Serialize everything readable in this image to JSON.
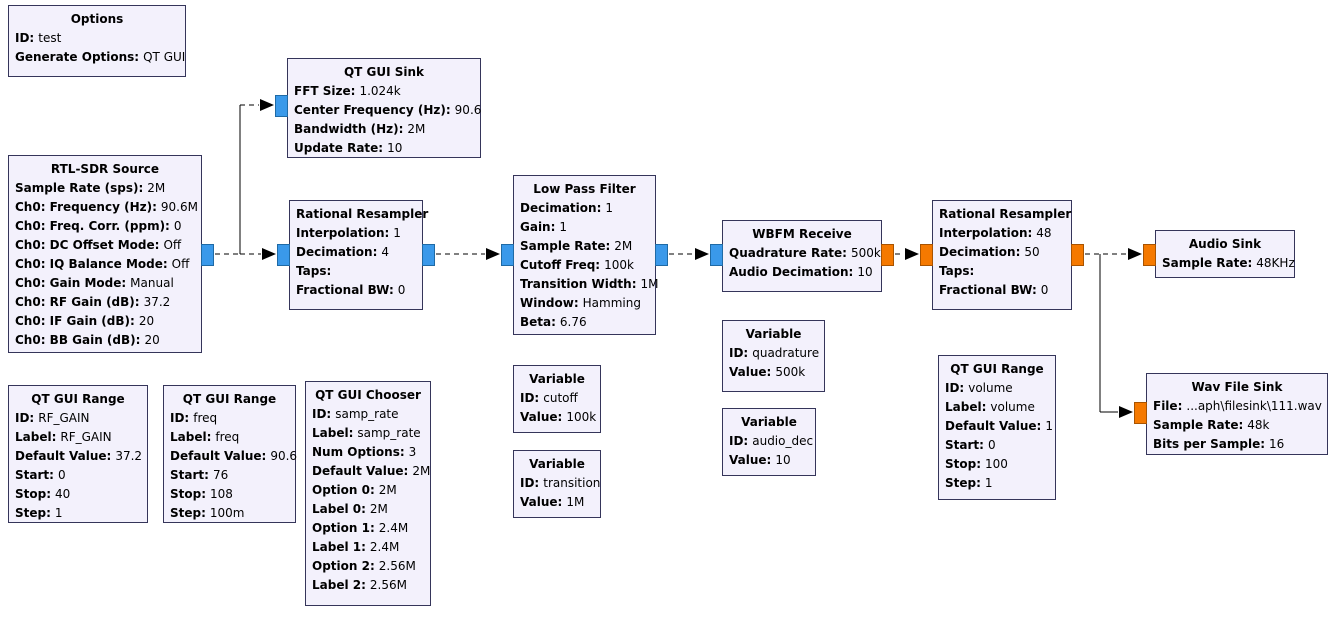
{
  "app": {
    "name": "flowgraph-canvas"
  },
  "colors": {
    "canvas_bg": "#ffffff",
    "block_fill": "#f3f1fc",
    "block_border": "#35355a",
    "port_complex": "#3a99ea",
    "port_float": "#f57900",
    "wire": "#000000"
  },
  "blocks": [
    {
      "title": "Options",
      "params": [
        {
          "label": "ID:",
          "value": "test"
        },
        {
          "label": "Generate Options:",
          "value": "QT GUI"
        }
      ]
    },
    {
      "title": "RTL-SDR Source",
      "params": [
        {
          "label": "Sample Rate (sps):",
          "value": "2M"
        },
        {
          "label": "Ch0: Frequency (Hz):",
          "value": "90.6M"
        },
        {
          "label": "Ch0: Freq. Corr. (ppm):",
          "value": "0"
        },
        {
          "label": "Ch0: DC Offset Mode:",
          "value": "Off"
        },
        {
          "label": "Ch0: IQ Balance Mode:",
          "value": "Off"
        },
        {
          "label": "Ch0: Gain Mode:",
          "value": "Manual"
        },
        {
          "label": "Ch0: RF Gain (dB):",
          "value": "37.2"
        },
        {
          "label": "Ch0: IF Gain (dB):",
          "value": "20"
        },
        {
          "label": "Ch0: BB Gain (dB):",
          "value": "20"
        }
      ]
    },
    {
      "title": "QT GUI Sink",
      "params": [
        {
          "label": "FFT Size:",
          "value": "1.024k"
        },
        {
          "label": "Center Frequency (Hz):",
          "value": "90.6"
        },
        {
          "label": "Bandwidth (Hz):",
          "value": "2M"
        },
        {
          "label": "Update Rate:",
          "value": "10"
        }
      ]
    },
    {
      "title": "Rational Resampler",
      "params": [
        {
          "label": "Interpolation:",
          "value": "1"
        },
        {
          "label": "Decimation:",
          "value": "4"
        },
        {
          "label": "Taps:",
          "value": ""
        },
        {
          "label": "Fractional BW:",
          "value": "0"
        }
      ]
    },
    {
      "title": "Low Pass Filter",
      "params": [
        {
          "label": "Decimation:",
          "value": "1"
        },
        {
          "label": "Gain:",
          "value": "1"
        },
        {
          "label": "Sample Rate:",
          "value": "2M"
        },
        {
          "label": "Cutoff Freq:",
          "value": "100k"
        },
        {
          "label": "Transition Width:",
          "value": "1M"
        },
        {
          "label": "Window:",
          "value": "Hamming"
        },
        {
          "label": "Beta:",
          "value": "6.76"
        }
      ]
    },
    {
      "title": "WBFM Receive",
      "params": [
        {
          "label": "Quadrature Rate:",
          "value": "500k"
        },
        {
          "label": "Audio Decimation:",
          "value": "10"
        }
      ]
    },
    {
      "title": "Rational Resampler",
      "params": [
        {
          "label": "Interpolation:",
          "value": "48"
        },
        {
          "label": "Decimation:",
          "value": "50"
        },
        {
          "label": "Taps:",
          "value": ""
        },
        {
          "label": "Fractional BW:",
          "value": "0"
        }
      ]
    },
    {
      "title": "Audio Sink",
      "params": [
        {
          "label": "Sample Rate:",
          "value": "48KHz"
        }
      ]
    },
    {
      "title": "Wav File Sink",
      "params": [
        {
          "label": "File:",
          "value": "...aph\\filesink\\111.wav"
        },
        {
          "label": "Sample Rate:",
          "value": "48k"
        },
        {
          "label": "Bits per Sample:",
          "value": "16"
        }
      ]
    },
    {
      "title": "QT GUI Range",
      "params": [
        {
          "label": "ID:",
          "value": "RF_GAIN"
        },
        {
          "label": "Label:",
          "value": "RF_GAIN"
        },
        {
          "label": "Default Value:",
          "value": "37.2"
        },
        {
          "label": "Start:",
          "value": "0"
        },
        {
          "label": "Stop:",
          "value": "40"
        },
        {
          "label": "Step:",
          "value": "1"
        }
      ]
    },
    {
      "title": "QT GUI Range",
      "params": [
        {
          "label": "ID:",
          "value": "freq"
        },
        {
          "label": "Label:",
          "value": "freq"
        },
        {
          "label": "Default Value:",
          "value": "90.6"
        },
        {
          "label": "Start:",
          "value": "76"
        },
        {
          "label": "Stop:",
          "value": "108"
        },
        {
          "label": "Step:",
          "value": "100m"
        }
      ]
    },
    {
      "title": "QT GUI Chooser",
      "params": [
        {
          "label": "ID:",
          "value": "samp_rate"
        },
        {
          "label": "Label:",
          "value": "samp_rate"
        },
        {
          "label": "Num Options:",
          "value": "3"
        },
        {
          "label": "Default Value:",
          "value": "2M"
        },
        {
          "label": "Option 0:",
          "value": "2M"
        },
        {
          "label": "Label 0:",
          "value": "2M"
        },
        {
          "label": "Option 1:",
          "value": "2.4M"
        },
        {
          "label": "Label 1:",
          "value": "2.4M"
        },
        {
          "label": "Option 2:",
          "value": "2.56M"
        },
        {
          "label": "Label 2:",
          "value": "2.56M"
        }
      ]
    },
    {
      "title": "Variable",
      "params": [
        {
          "label": "ID:",
          "value": "cutoff"
        },
        {
          "label": "Value:",
          "value": "100k"
        }
      ]
    },
    {
      "title": "Variable",
      "params": [
        {
          "label": "ID:",
          "value": "transition"
        },
        {
          "label": "Value:",
          "value": "1M"
        }
      ]
    },
    {
      "title": "Variable",
      "params": [
        {
          "label": "ID:",
          "value": "quadrature"
        },
        {
          "label": "Value:",
          "value": "500k"
        }
      ]
    },
    {
      "title": "Variable",
      "params": [
        {
          "label": "ID:",
          "value": "audio_dec"
        },
        {
          "label": "Value:",
          "value": "10"
        }
      ]
    },
    {
      "title": "QT GUI Range",
      "params": [
        {
          "label": "ID:",
          "value": "volume"
        },
        {
          "label": "Label:",
          "value": "volume"
        },
        {
          "label": "Default Value:",
          "value": "1"
        },
        {
          "label": "Start:",
          "value": "0"
        },
        {
          "label": "Stop:",
          "value": "100"
        },
        {
          "label": "Step:",
          "value": "1"
        }
      ]
    }
  ],
  "connections": [
    {
      "from": "RTL-SDR Source",
      "to": "QT GUI Sink"
    },
    {
      "from": "RTL-SDR Source",
      "to": "Rational Resampler 1"
    },
    {
      "from": "Rational Resampler 1",
      "to": "Low Pass Filter"
    },
    {
      "from": "Low Pass Filter",
      "to": "WBFM Receive"
    },
    {
      "from": "WBFM Receive",
      "to": "Rational Resampler 2"
    },
    {
      "from": "Rational Resampler 2",
      "to": "Audio Sink"
    },
    {
      "from": "Rational Resampler 2",
      "to": "Wav File Sink"
    }
  ]
}
